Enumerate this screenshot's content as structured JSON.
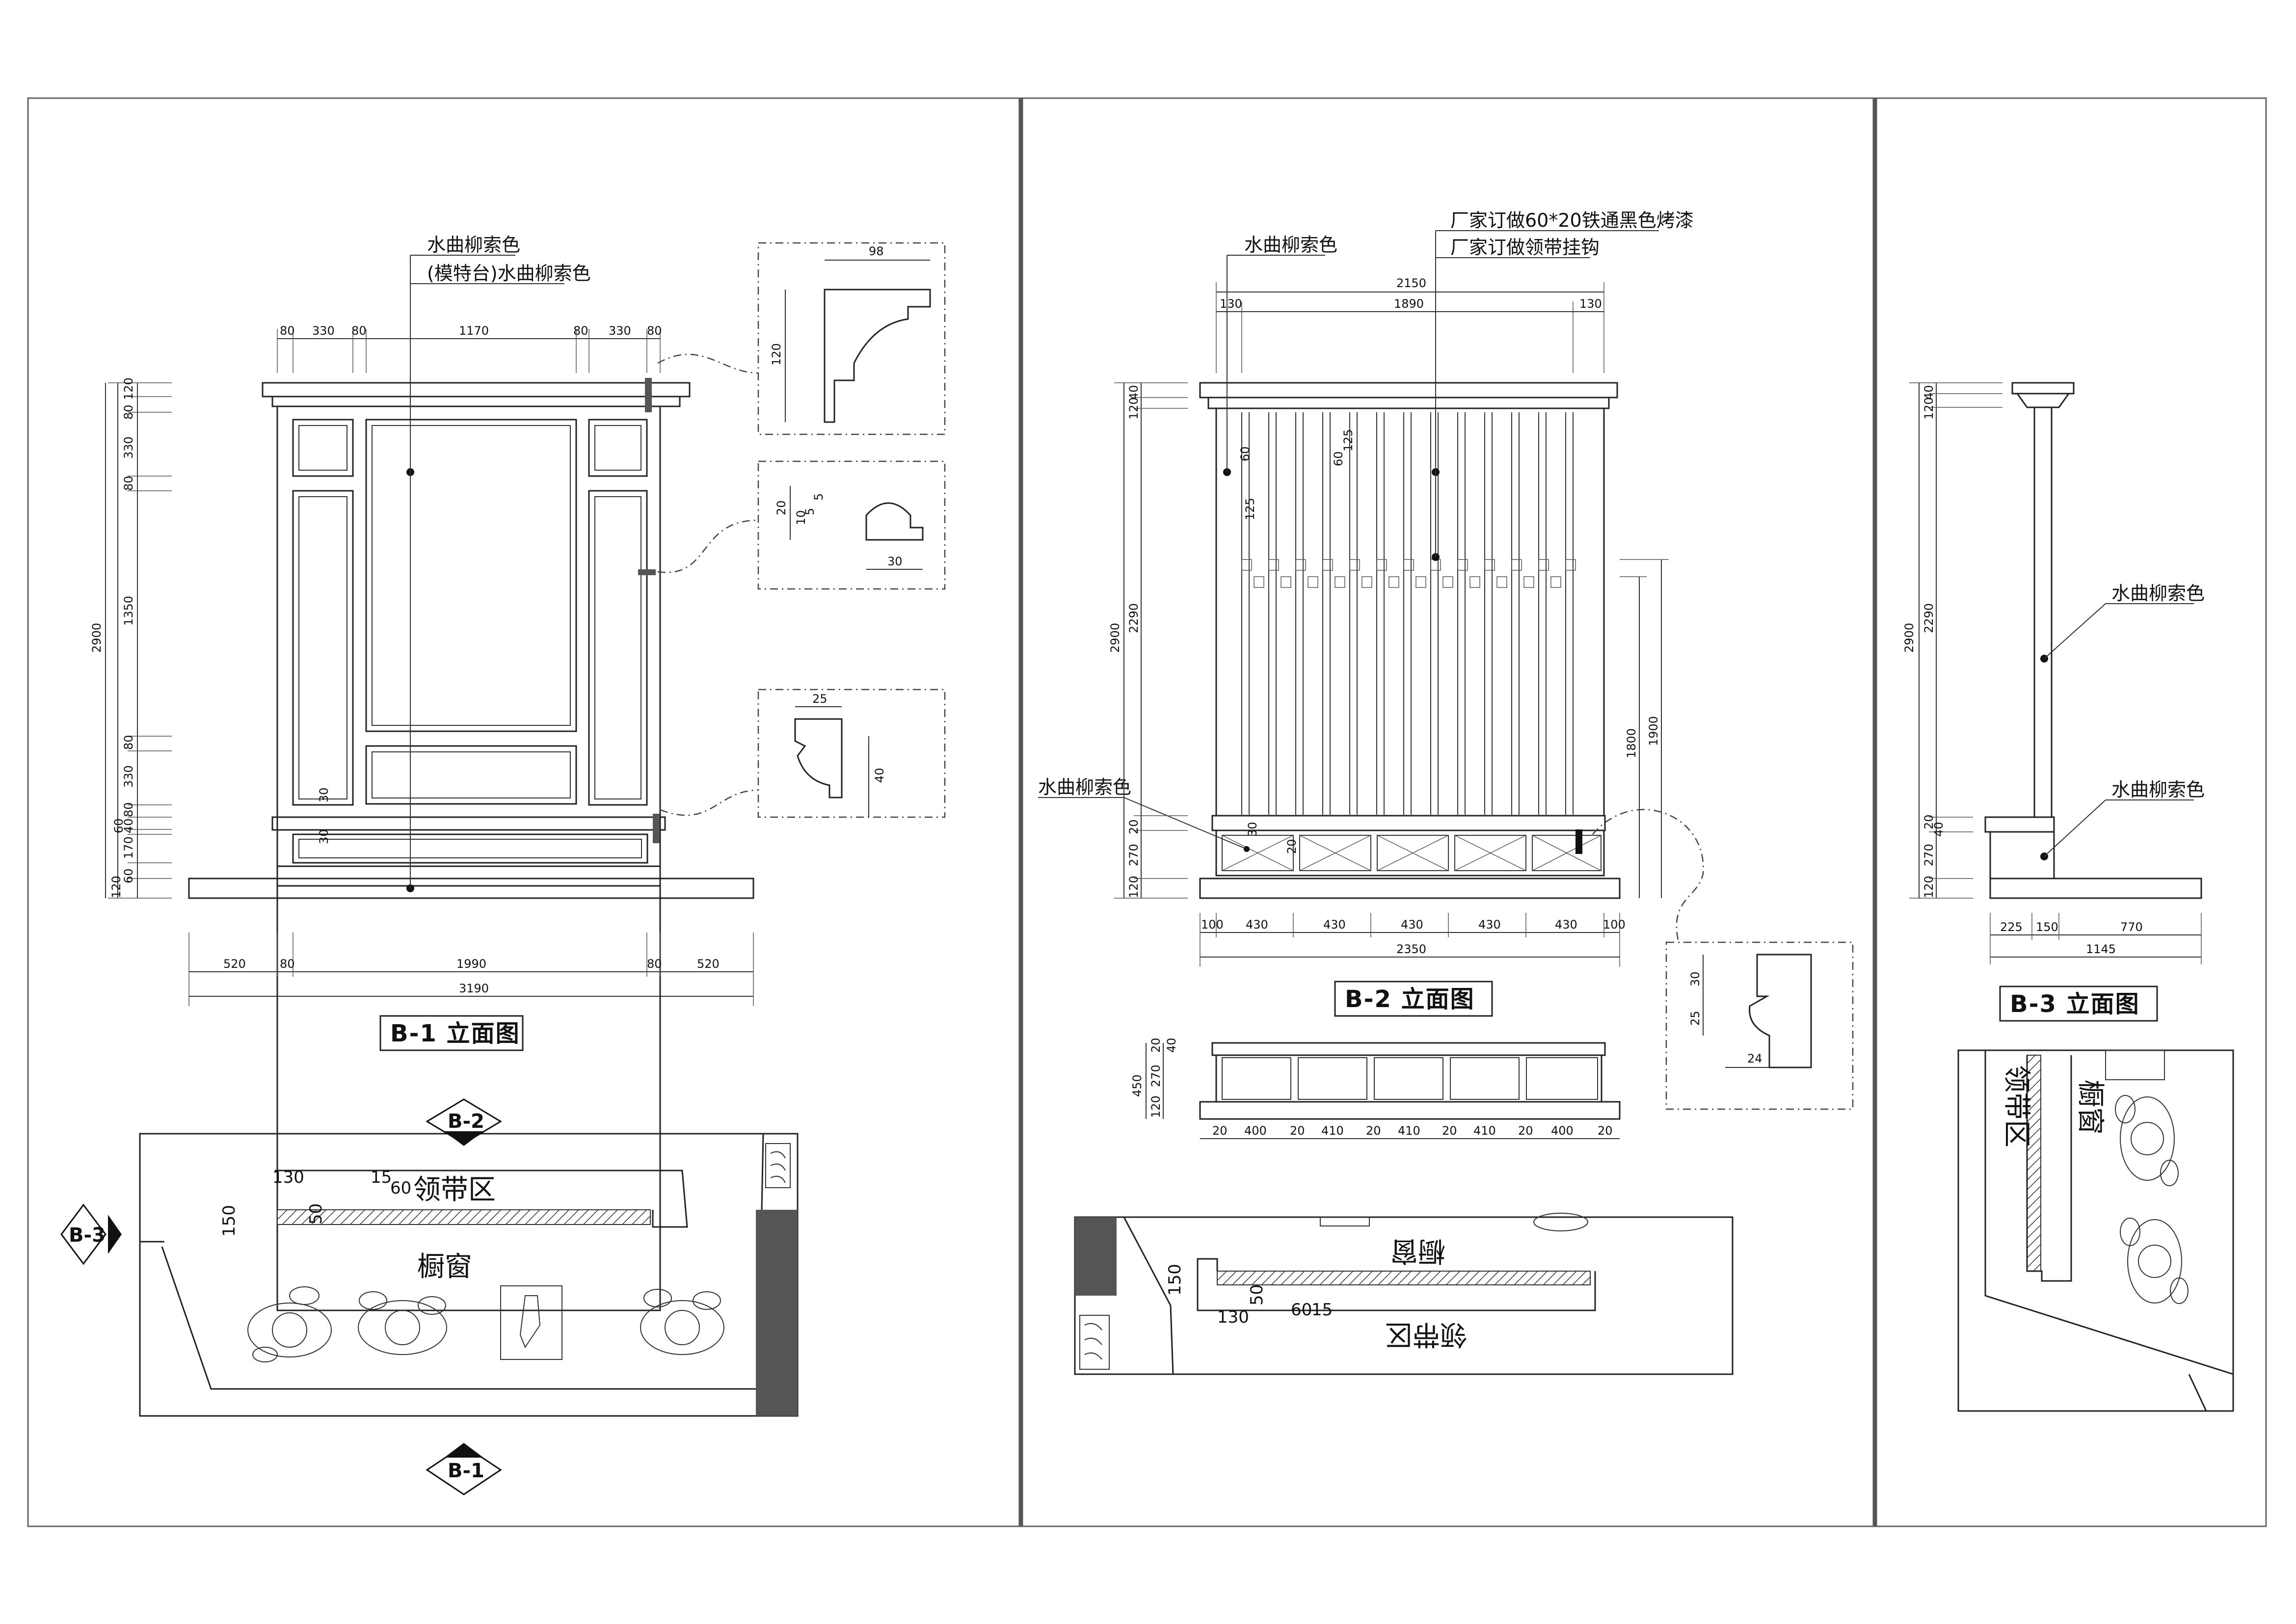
{
  "palette": {
    "line": "#222222",
    "wall": "#555555",
    "paper": "#ffffff"
  },
  "panels": {
    "b1": {
      "title": "B-1  立面图",
      "notes": [
        "水曲柳索色",
        "(模特台)水曲柳索色"
      ],
      "top_dims": [
        "80",
        "330",
        "80",
        "1170",
        "80",
        "330",
        "80"
      ],
      "bottom_dims": [
        "520",
        "80",
        "1990",
        "80",
        "520"
      ],
      "total_width": "3190",
      "left_dims": [
        "120",
        "80",
        "330",
        "80",
        "1350",
        "80",
        "330",
        "80",
        "40",
        "60",
        "170",
        "60",
        "120"
      ],
      "height_total": "2900",
      "inner_dims": [
        "30",
        "30"
      ],
      "details": {
        "crown": {
          "width": "98",
          "height": "120"
        },
        "mid": {
          "a": "20",
          "b": "10",
          "c": "5",
          "d": "5",
          "width": "30"
        },
        "base": {
          "top": "25",
          "height": "40"
        }
      }
    },
    "b2": {
      "title": "B-2  立面图",
      "notes": [
        "水曲柳索色",
        "厂家订做60*20铁通黑色烤漆",
        "厂家订做领带挂钩"
      ],
      "left_note": "水曲柳索色",
      "top_total": "2150",
      "top_dims": [
        "130",
        "1890",
        "130"
      ],
      "left_dims": [
        "40",
        "120",
        "2290",
        "20",
        "270",
        "120"
      ],
      "height_total": "2900",
      "inner_dims": [
        "60",
        "60",
        "125",
        "125",
        "30",
        "20"
      ],
      "right_dims": [
        "1800",
        "1900"
      ],
      "drawer_dims": [
        "100",
        "430",
        "430",
        "430",
        "430",
        "430",
        "100"
      ],
      "total_width": "2350",
      "detail": {
        "a": "30",
        "b": "25",
        "c": "24"
      },
      "bench_side_dims": [
        "20",
        "40",
        "270",
        "120"
      ],
      "bench_height": "450",
      "bench_dims": [
        "20",
        "400",
        "20",
        "410",
        "20",
        "410",
        "20",
        "410",
        "20",
        "400",
        "20"
      ]
    },
    "b3": {
      "title": "B-3  立面图",
      "notes": [
        "水曲柳索色",
        "水曲柳索色"
      ],
      "left_dims": [
        "40",
        "120",
        "2290",
        "20",
        "40",
        "270",
        "120"
      ],
      "height_total": "2900",
      "bottom_dims": [
        "225",
        "150",
        "770"
      ],
      "total_width": "1145"
    }
  },
  "plans": {
    "b1": {
      "zone_tie": "领带区",
      "zone_window": "橱窗",
      "dims": [
        "130",
        "15",
        "60",
        "50",
        "150"
      ],
      "markers": [
        "B-2",
        "B-3",
        "B-1"
      ]
    },
    "b2": {
      "zone_tie": "领带区",
      "zone_window": "橱窗",
      "dims": [
        "150",
        "50",
        "130",
        "60",
        "15"
      ]
    },
    "b3": {
      "zone_tie": "领带区",
      "zone_window": "橱窗"
    }
  }
}
